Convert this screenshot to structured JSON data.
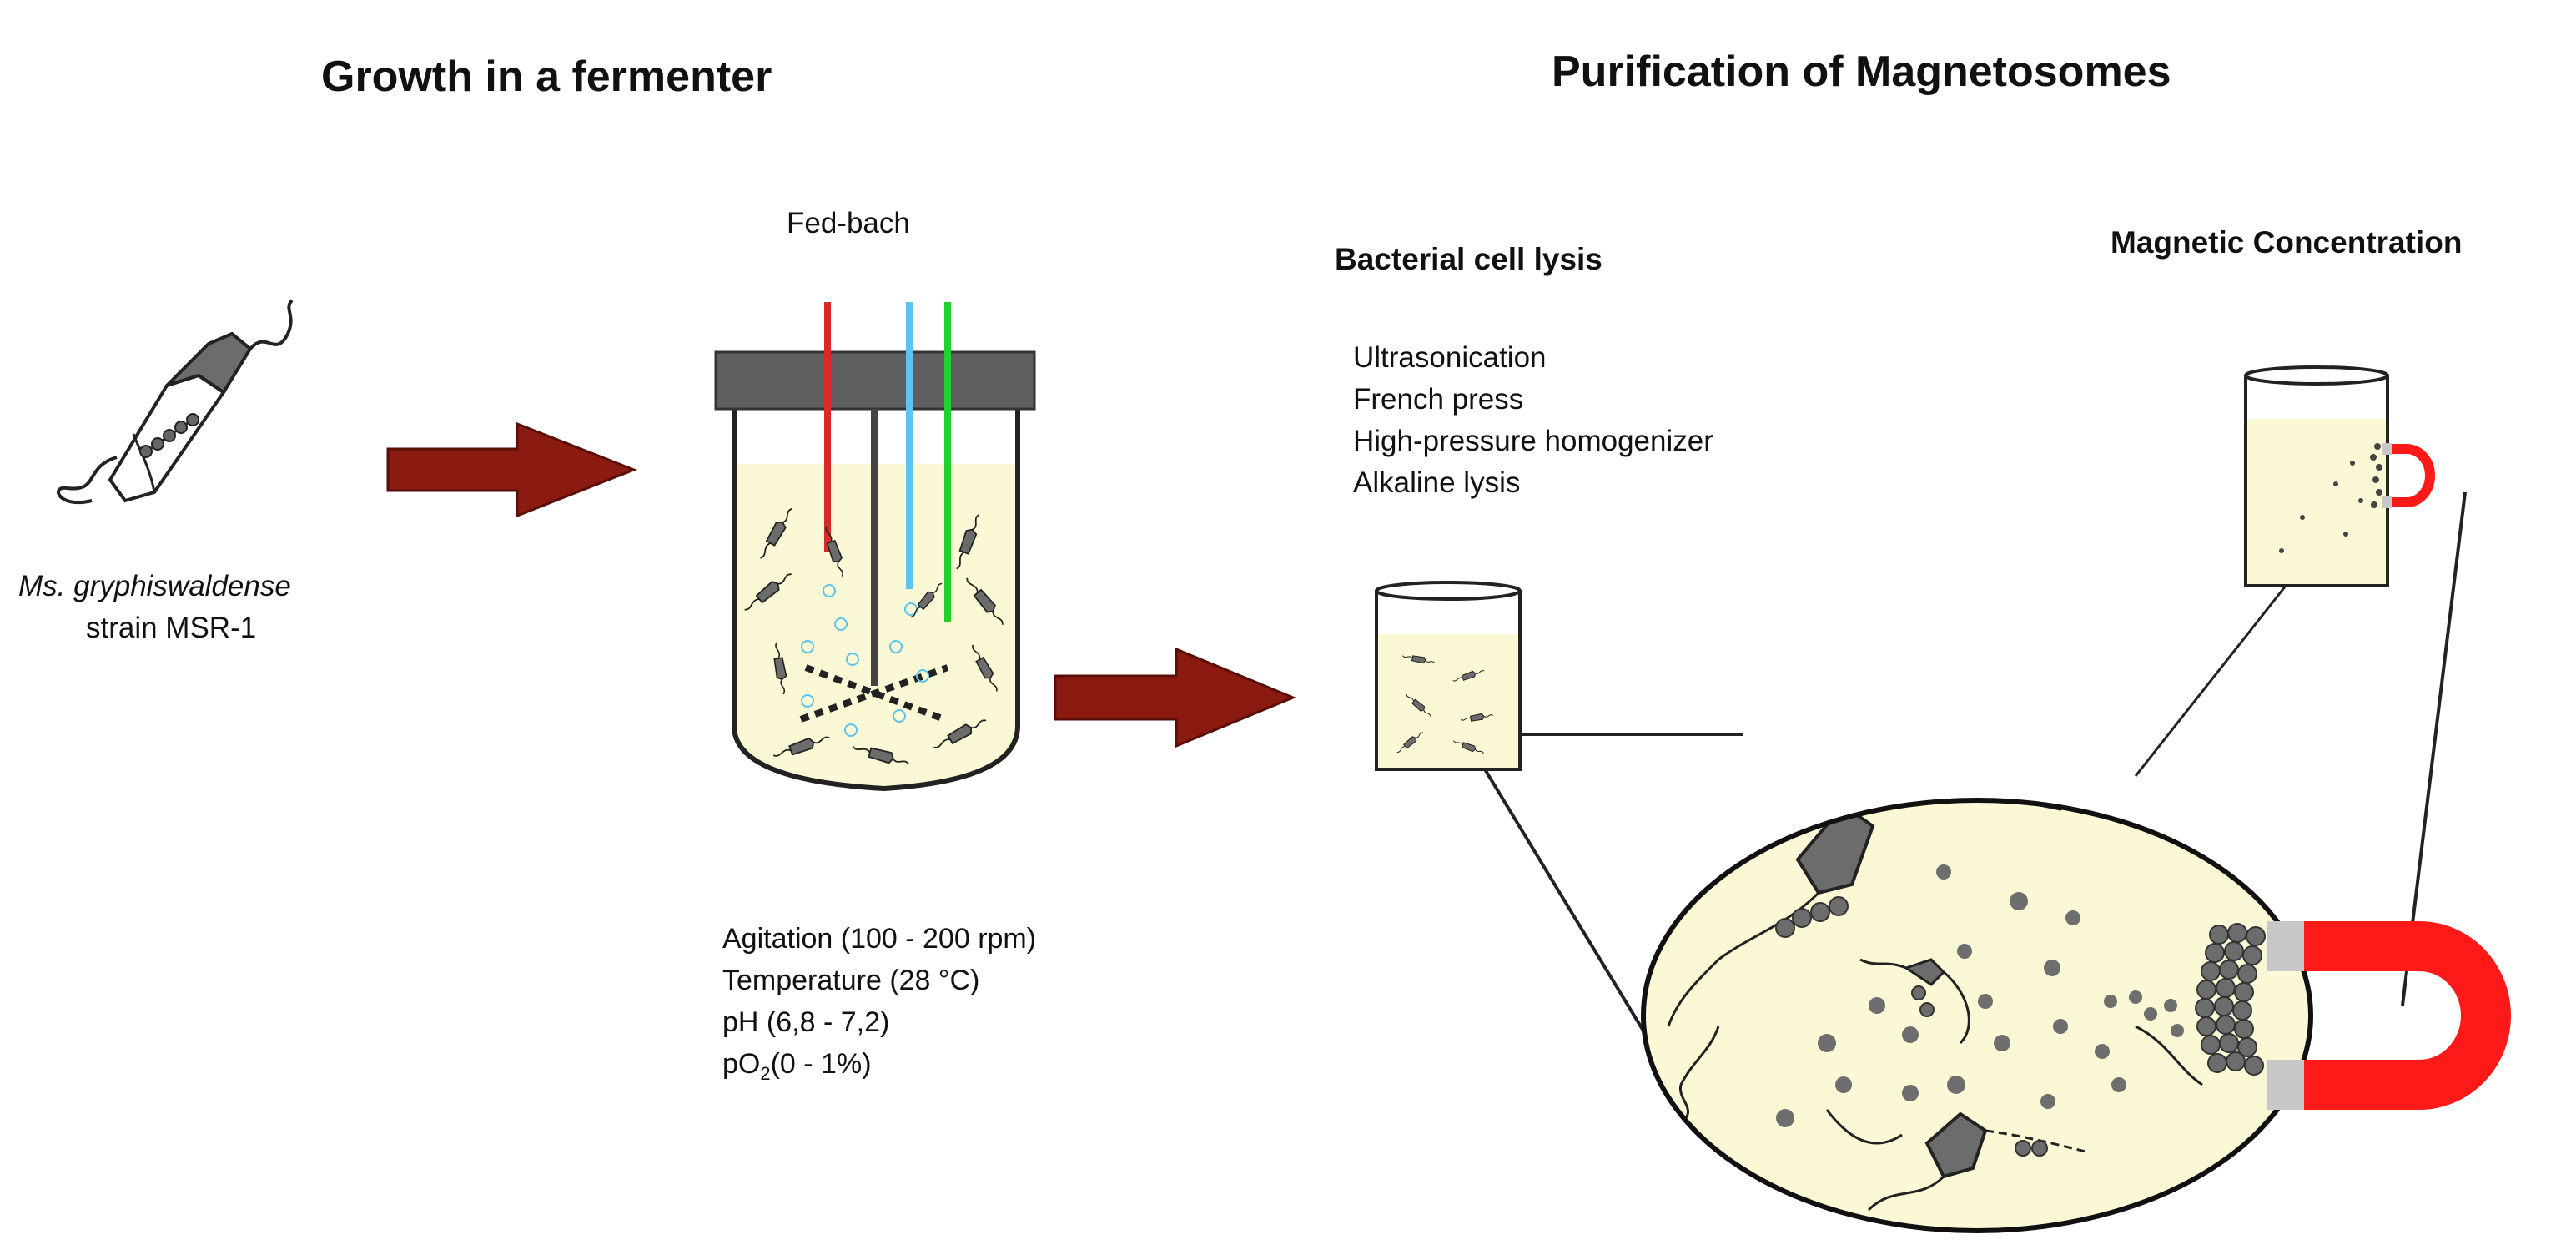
{
  "sections": {
    "growth_title": "Growth in a fermenter",
    "purification_title": "Purification of Magnetosomes"
  },
  "organism": {
    "species": "Ms. gryphiswaldense",
    "strain": "strain MSR-1"
  },
  "fermenter": {
    "mode_label": "Fed-bach",
    "parameters": [
      {
        "name": "Agitation (100 - 200  rpm)"
      },
      {
        "name": "Temperature (28 °C)"
      },
      {
        "name": "pH (6,8 - 7,2)"
      },
      {
        "pre": "pO",
        "sub": "2",
        "post": "(0 - 1%)"
      }
    ]
  },
  "lysis": {
    "title": "Bacterial cell lysis",
    "methods": [
      "Ultrasonication",
      "French press",
      "High-pressure homogenizer",
      "Alkaline lysis"
    ]
  },
  "concentration": {
    "title": "Magnetic Concentration"
  },
  "colors": {
    "arrow": "#8b1a10",
    "medium": "#fbf8d6",
    "lid": "#5f5f5f",
    "probe_red": "#d92a2a",
    "probe_blue": "#5cc4ee",
    "probe_green": "#22d22a",
    "magnet_red": "#ff1a1a",
    "magnet_tip": "#c8c8c8",
    "particle": "#6e6e6e"
  }
}
